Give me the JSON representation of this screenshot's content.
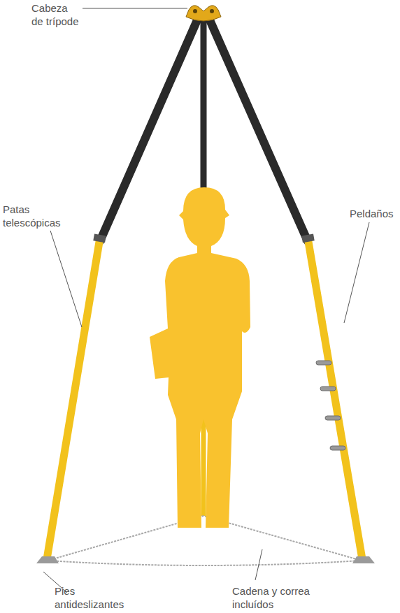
{
  "diagram": {
    "labels": [
      "Cabeza de trípode",
      "Patas telescópicas",
      "Peldaños",
      "Pies antideslizantes",
      "Cadena y correa incluídos"
    ]
  }
}
